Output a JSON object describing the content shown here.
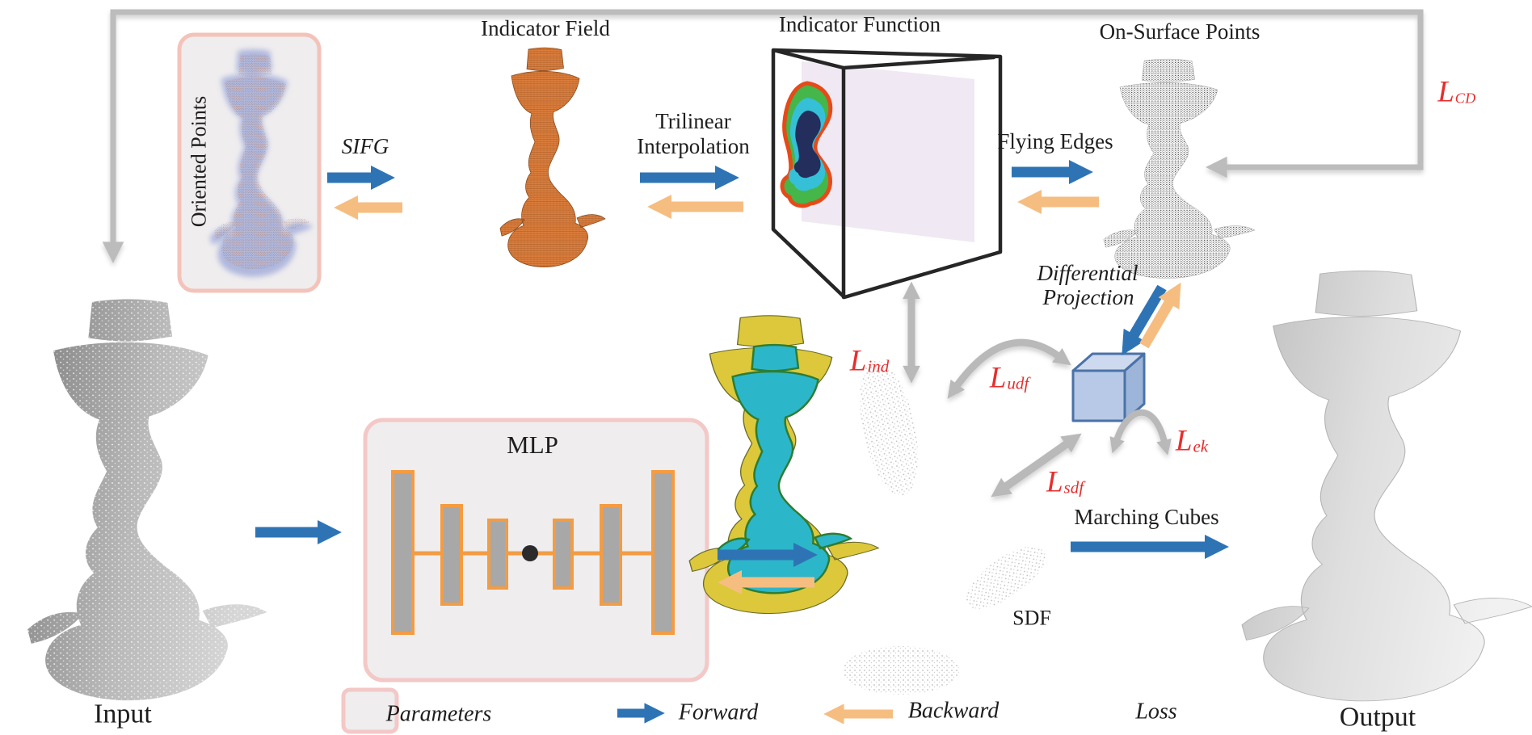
{
  "figure": {
    "stages": {
      "oriented_points": "Oriented Points",
      "indicator_field": "Indicator Field",
      "indicator_function": "Indicator Function",
      "on_surface_points": "On-Surface Points",
      "mlp": "MLP",
      "sdf": "SDF",
      "input": "Input",
      "output": "Output"
    },
    "operations": {
      "sifg": "SIFG",
      "trilinear_line1": "Trilinear",
      "trilinear_line2": "Interpolation",
      "flying_edges": "Flying Edges",
      "differential_line1": "Differential",
      "differential_line2": "Projection",
      "marching_cubes": "Marching Cubes"
    },
    "losses": {
      "cd": {
        "symbol": "L",
        "subscript": "CD"
      },
      "ind": {
        "symbol": "L",
        "subscript": "ind"
      },
      "udf": {
        "symbol": "L",
        "subscript": "udf"
      },
      "ek": {
        "symbol": "L",
        "subscript": "ek"
      },
      "sdf": {
        "symbol": "L",
        "subscript": "sdf"
      }
    },
    "legend": {
      "parameters": "Parameters",
      "forward": "Forward",
      "backward": "Backward",
      "loss": "Loss"
    },
    "colors": {
      "forward_arrow": "#2e74b5",
      "backward_arrow": "#f6bd81",
      "loss_arrow": "#b9b9b9",
      "loss_label": "#e62e2e",
      "parameter_box_border": "#f3c8c2",
      "parameter_box_fill": "#efedee",
      "indicator_field_orange": "#dd7e3c",
      "query_cube_blue": "#b7c9e6"
    }
  }
}
